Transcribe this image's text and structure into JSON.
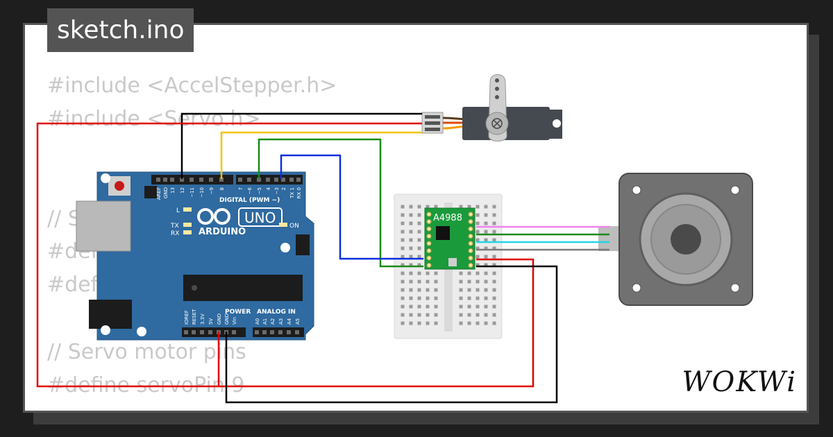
{
  "file_tab": "sketch.ino",
  "code_lines": [
    {
      "text": "#include <AccelStepper.h>"
    },
    {
      "text": "#include <Servo.h>"
    },
    {
      "text": "// St"
    },
    {
      "text": "#def"
    },
    {
      "text": "#def"
    },
    {
      "text": "// Servo motor pins"
    },
    {
      "text": "#define servoPin 9"
    }
  ],
  "arduino": {
    "model": "UNO",
    "brand": "ARDUINO",
    "digital_label": "DIGITAL (PWM ~)",
    "power_label": "POWER",
    "analog_label": "ANALOG IN",
    "indicator_l": "L",
    "indicator_tx": "TX",
    "indicator_rx": "RX",
    "indicator_on": "ON",
    "top_pins": [
      "AREF",
      "GND",
      "13",
      "12",
      "~11",
      "~10",
      "~9",
      "8",
      "7",
      "~6",
      "~5",
      "4",
      "~3",
      "2",
      "TX 1",
      "RX 0"
    ],
    "bottom_pins": [
      "IOREF",
      "RESET",
      "3.3V",
      "5V",
      "GND",
      "GND",
      "Vin",
      "A0",
      "A1",
      "A2",
      "A3",
      "A4",
      "A5"
    ]
  },
  "driver_label": "A4988",
  "brand_logo": "WOKWi",
  "colors": {
    "board": "#2f6aa0",
    "wire_black": "#000000",
    "wire_red": "#e00000",
    "wire_yellow": "#f2c400",
    "wire_green": "#1a8a1a",
    "wire_blue": "#0a2ee0",
    "driver": "#1b9a3c"
  }
}
